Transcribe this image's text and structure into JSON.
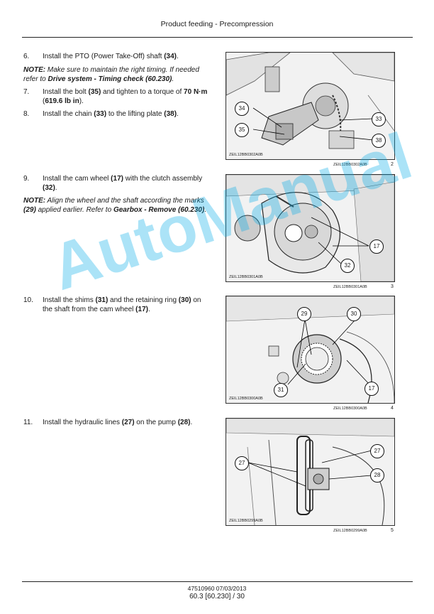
{
  "header": {
    "title": "Product feeding - Precompression"
  },
  "steps": [
    {
      "num": "6.",
      "parts": [
        "Install the PTO (Power Take-Off) shaft ",
        "(34)",
        "."
      ],
      "note": {
        "label": "NOTE:",
        "text": " Make sure to maintain the right timing.  If needed refer to ",
        "ref": "Drive system - Timing check (60.230)",
        "tail": "."
      }
    },
    {
      "num": "7.",
      "parts": [
        "Install the bolt ",
        "(35)",
        " and tighten to a torque of ",
        "70 N·m",
        " (",
        "619.6 lb in",
        ")."
      ]
    },
    {
      "num": "8.",
      "parts": [
        "Install the chain ",
        "(33)",
        " to the lifting plate ",
        "(38)",
        "."
      ]
    },
    {
      "num": "9.",
      "parts": [
        "Install the cam wheel ",
        "(17)",
        " with the clutch assembly ",
        "(32)",
        "."
      ],
      "note": {
        "label": "NOTE:",
        "text": " Align the wheel and the shaft according the marks ",
        "bold_mid": "(29)",
        "text2": " applied earlier.  Refer to ",
        "ref": "Gearbox - Remove (60.230)",
        "tail": "."
      }
    },
    {
      "num": "10.",
      "parts": [
        "Install the shims ",
        "(31)",
        " and the retaining ring ",
        "(30)",
        " on the shaft from the cam wheel ",
        "(17)",
        "."
      ]
    },
    {
      "num": "11.",
      "parts": [
        "Install the hydraulic lines ",
        "(27)",
        " on the pump ",
        "(28)",
        "."
      ]
    }
  ],
  "figures": [
    {
      "code": "ZEIL12BB0302A0B",
      "ref": "ZEIL12BB0302A0B",
      "num": "2",
      "callouts": [
        "34",
        "35",
        "33",
        "38"
      ]
    },
    {
      "code": "ZEIL12BB0301A0B",
      "ref": "ZEIL12BB0301A0B",
      "num": "3",
      "callouts": [
        "17",
        "32"
      ]
    },
    {
      "code": "ZEIL12BB0300A0B",
      "ref": "ZEIL12BB0300A0B",
      "num": "4",
      "callouts": [
        "29",
        "30",
        "31",
        "17"
      ]
    },
    {
      "code": "ZEIL12BB0299A0B",
      "ref": "ZEIL12BB0299A0B",
      "num": "5",
      "callouts": [
        "27",
        "27",
        "28"
      ]
    }
  ],
  "watermark": "AutoManual",
  "footer": {
    "doc": "47510960 07/03/2013",
    "page": "60.3 [60.230] / 30"
  }
}
